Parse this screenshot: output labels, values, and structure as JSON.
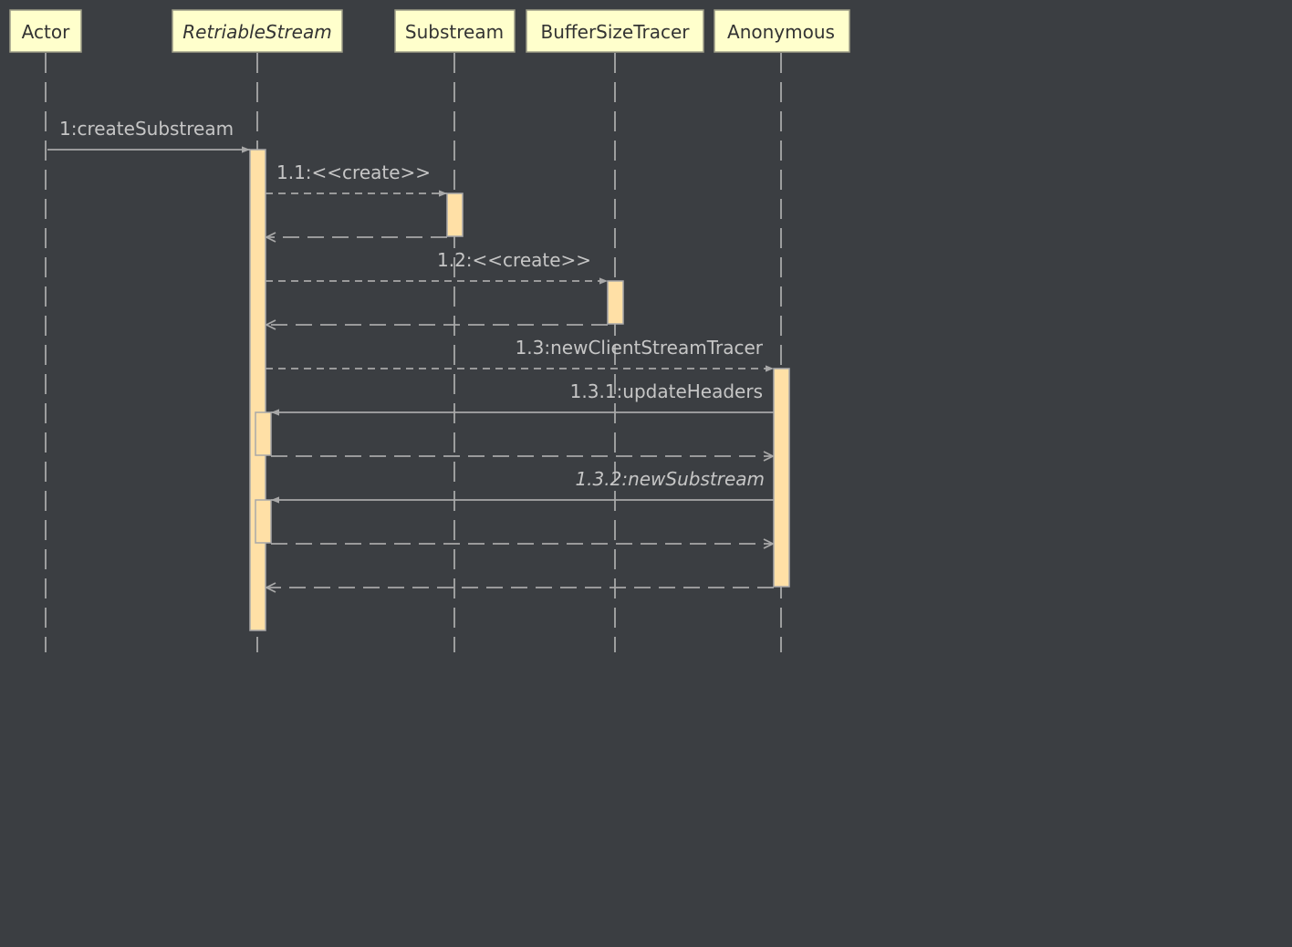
{
  "diagram": {
    "type": "sequence",
    "colors": {
      "background": "#3b3e42",
      "participant_fill": "#ffffcc",
      "activation_fill": "#ffe0a6",
      "line": "#a8a8a8",
      "label": "#c6c6c6"
    },
    "participants": [
      {
        "id": "actor",
        "label": "Actor",
        "italic": false
      },
      {
        "id": "retriable",
        "label": "RetriableStream",
        "italic": true
      },
      {
        "id": "substream",
        "label": "Substream",
        "italic": false
      },
      {
        "id": "buffer",
        "label": "BufferSizeTracer",
        "italic": false
      },
      {
        "id": "anonymous",
        "label": "Anonymous",
        "italic": false
      }
    ],
    "messages": [
      {
        "id": "m1",
        "label": "1:createSubstream",
        "from": "actor",
        "to": "retriable",
        "kind": "sync",
        "italic": false
      },
      {
        "id": "m11",
        "label": "1.1:<<create>>",
        "from": "retriable",
        "to": "substream",
        "kind": "create",
        "italic": false
      },
      {
        "id": "r11",
        "label": "",
        "from": "substream",
        "to": "retriable",
        "kind": "return"
      },
      {
        "id": "m12",
        "label": "1.2:<<create>>",
        "from": "retriable",
        "to": "buffer",
        "kind": "create",
        "italic": false
      },
      {
        "id": "r12",
        "label": "",
        "from": "buffer",
        "to": "retriable",
        "kind": "return"
      },
      {
        "id": "m13",
        "label": "1.3:newClientStreamTracer",
        "from": "retriable",
        "to": "anonymous",
        "kind": "create",
        "italic": false
      },
      {
        "id": "m131",
        "label": "1.3.1:updateHeaders",
        "from": "anonymous",
        "to": "retriable",
        "kind": "sync",
        "italic": false
      },
      {
        "id": "r131",
        "label": "",
        "from": "retriable",
        "to": "anonymous",
        "kind": "return"
      },
      {
        "id": "m132",
        "label": "1.3.2:newSubstream",
        "from": "anonymous",
        "to": "retriable",
        "kind": "sync",
        "italic": true
      },
      {
        "id": "r132",
        "label": "",
        "from": "retriable",
        "to": "anonymous",
        "kind": "return"
      },
      {
        "id": "r13",
        "label": "",
        "from": "anonymous",
        "to": "retriable",
        "kind": "return"
      }
    ]
  }
}
